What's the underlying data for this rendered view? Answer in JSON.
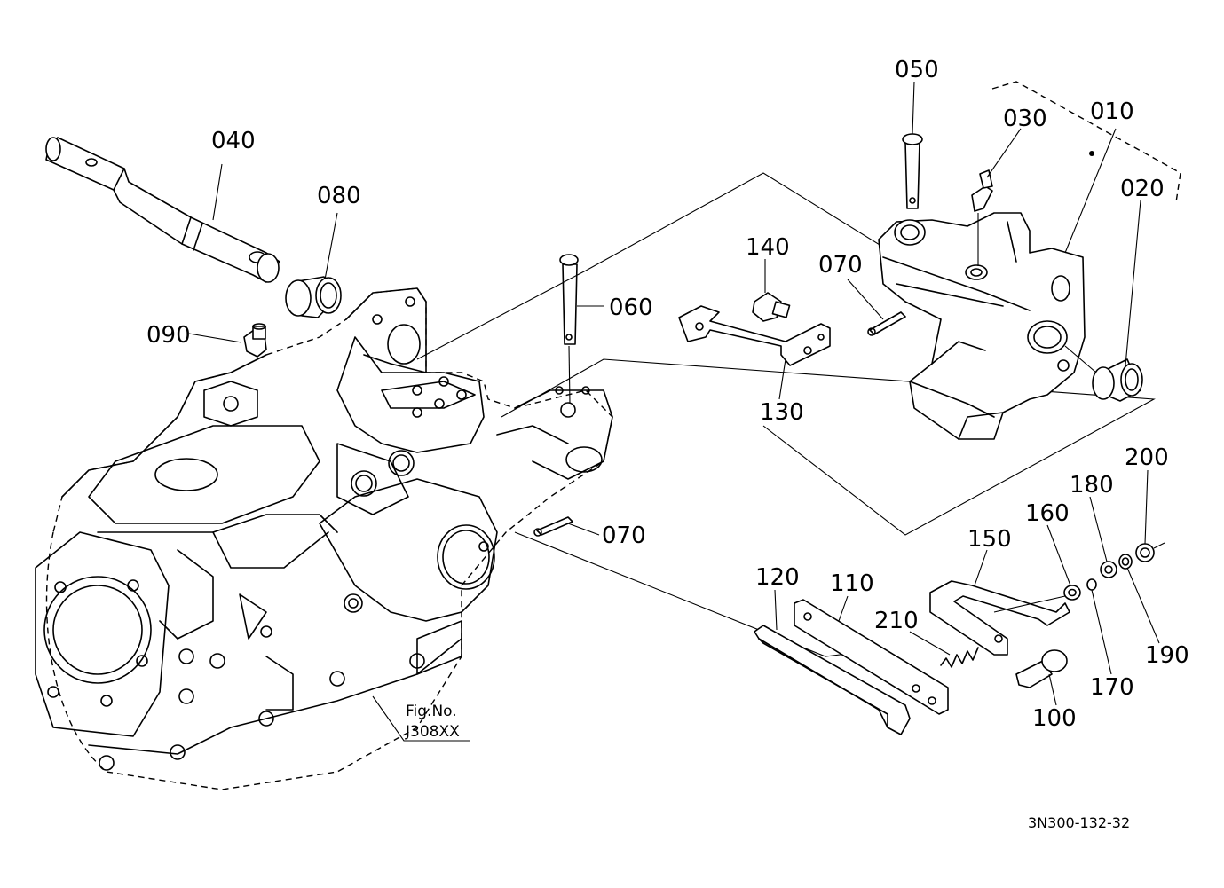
{
  "labels": {
    "p010": "010",
    "p020": "020",
    "p030": "030",
    "p040": "040",
    "p050": "050",
    "p060": "060",
    "p070a": "070",
    "p070b": "070",
    "p080": "080",
    "p090": "090",
    "p100": "100",
    "p110": "110",
    "p120": "120",
    "p130": "130",
    "p140": "140",
    "p150": "150",
    "p160": "160",
    "p170": "170",
    "p180": "180",
    "p190": "190",
    "p200": "200",
    "p210": "210"
  },
  "figure_ref": {
    "line1": "Fig.No.",
    "line2": "J308XX"
  },
  "drawing_code": "3N300-132-32"
}
